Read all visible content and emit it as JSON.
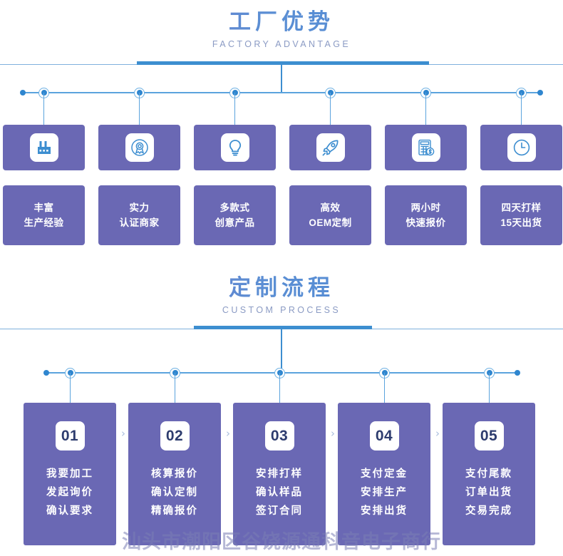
{
  "sections": [
    {
      "title_cn": "工厂优势",
      "title_en": "FACTORY ADVANTAGE",
      "cards": [
        {
          "icon": "factory-icon",
          "line1": "丰富",
          "line2": "生产经验"
        },
        {
          "icon": "badge-icon",
          "line1": "实力",
          "line2": "认证商家"
        },
        {
          "icon": "lightbulb-icon",
          "line1": "多款式",
          "line2": "创意产品"
        },
        {
          "icon": "rocket-icon",
          "line1": "高效",
          "line2": "OEM定制"
        },
        {
          "icon": "calculator-icon",
          "line1": "两小时",
          "line2": "快速报价"
        },
        {
          "icon": "clock-icon",
          "line1": "四天打样",
          "line2": "15天出货"
        }
      ]
    },
    {
      "title_cn": "定制流程",
      "title_en": "CUSTOM PROCESS",
      "steps": [
        {
          "num": "01",
          "line1": "我要加工",
          "line2": "发起询价",
          "line3": "确认要求"
        },
        {
          "num": "02",
          "line1": "核算报价",
          "line2": "确认定制",
          "line3": "精确报价"
        },
        {
          "num": "03",
          "line1": "安排打样",
          "line2": "确认样品",
          "line3": "签订合同"
        },
        {
          "num": "04",
          "line1": "支付定金",
          "line2": "安排生产",
          "line3": "安排出货"
        },
        {
          "num": "05",
          "line1": "支付尾款",
          "line2": "订单出货",
          "line3": "交易完成"
        }
      ],
      "arrow": "›"
    }
  ],
  "watermark": "汕头市潮阳区谷饶源通科音电子商行",
  "colors": {
    "card_purple": "#6a68b4",
    "line_blue": "#5ba3dd",
    "rule_blue": "#3d8ed0",
    "title_blue": "#4a86d6",
    "title_purple": "#7b6fc4",
    "subtitle_gray": "#8b9bc4",
    "number_navy": "#2d3c6e"
  }
}
